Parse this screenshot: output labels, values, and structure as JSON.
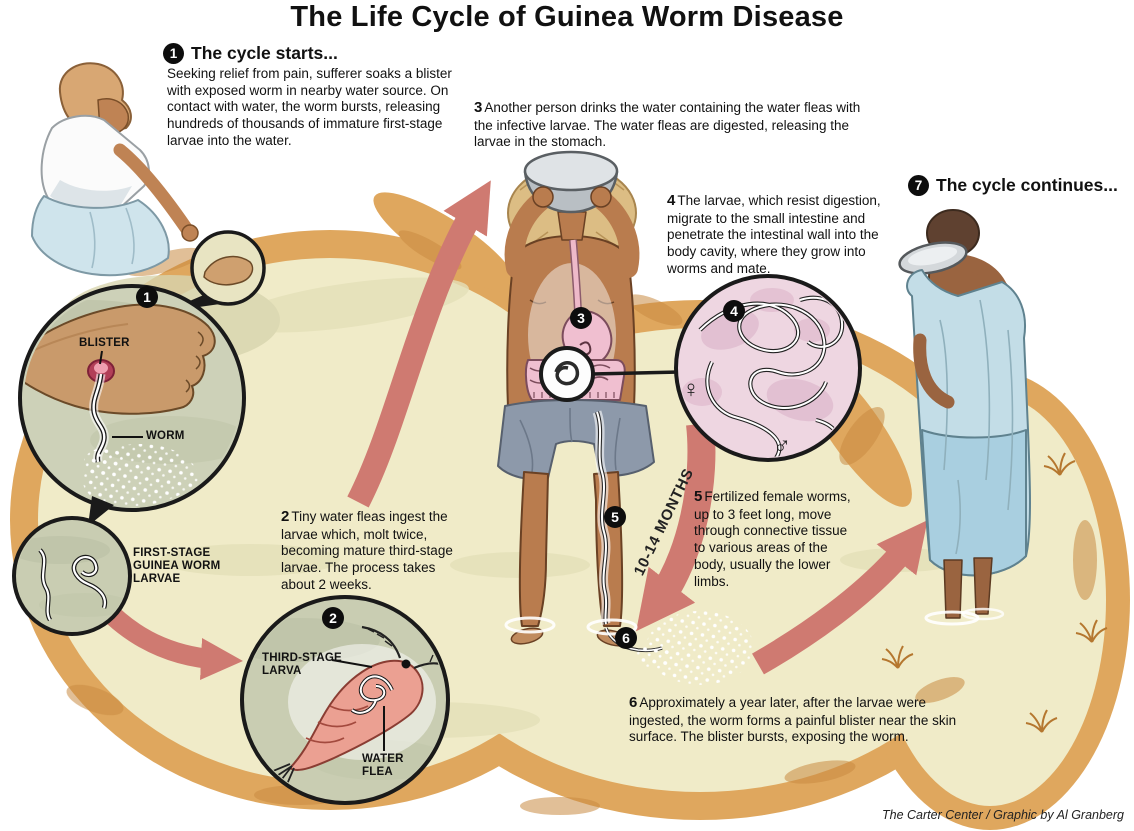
{
  "title": "The Life Cycle of Guinea Worm Disease",
  "credit": "The Carter Center / Graphic by Al Granberg",
  "steps": [
    {
      "num": "1",
      "heading": "The cycle starts...",
      "body": "Seeking relief from pain, sufferer soaks a blister with exposed worm in nearby water source. On contact with water, the worm bursts, releasing hundreds of thousands of immature first-stage larvae into the water."
    },
    {
      "num": "2",
      "body": "Tiny water fleas ingest the larvae which, molt twice, becoming mature third-stage larvae. The process takes about 2 weeks."
    },
    {
      "num": "3",
      "body": "Another person drinks the water containing the water fleas with the infective larvae. The water fleas are digested, releasing the larvae in the stomach."
    },
    {
      "num": "4",
      "body": "The larvae, which resist digestion, migrate to the small intestine and penetrate the intestinal wall into the body cavity, where they grow into worms and mate."
    },
    {
      "num": "5",
      "body": "Fertilized female worms, up to 3 feet long, move through connective tissue to various areas of the body, usually the lower limbs."
    },
    {
      "num": "6",
      "body": "Approximately a year later, after the larvae were ingested, the worm forms a painful blister near the skin surface. The blister bursts, exposing the worm."
    },
    {
      "num": "7",
      "heading": "The cycle continues..."
    }
  ],
  "inset_labels": {
    "blister": "BLISTER",
    "worm": "WORM",
    "first_stage": "FIRST-STAGE\nGUINEA WORM\nLARVAE",
    "third_stage": "THIRD-STAGE\nLARVA",
    "water_flea": "WATER\nFLEA"
  },
  "annotations": {
    "duration": "10-14 MONTHS",
    "female_sign": "♀",
    "male_sign": "♂"
  },
  "colors": {
    "arrow": "#cf7a71",
    "sand": "#dfa75e",
    "sand_dark": "#c88b42",
    "pond_water": "#f0ebc8",
    "inset_water": "#c9cdb2",
    "inset_pink": "#eed6e1",
    "badge": "#0d0d0d",
    "flea_body": "#eba092",
    "skin": "#b97c4e"
  }
}
